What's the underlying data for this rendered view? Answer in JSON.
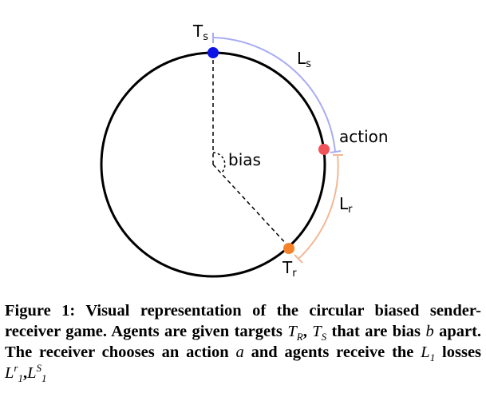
{
  "diagram": {
    "target_sender_label": "T",
    "target_sender_sub": "s",
    "target_receiver_label": "T",
    "target_receiver_sub": "r",
    "action_label": "action",
    "bias_label": "bias",
    "loss_sender_label": "L",
    "loss_sender_sub": "s",
    "loss_receiver_label": "L",
    "loss_receiver_sub": "r",
    "colors": {
      "circle": "#000000",
      "sender_target": "#0a14e6",
      "receiver_target": "#f5822a",
      "action": "#f0525a",
      "sender_loss_arc": "#a8acf2",
      "receiver_loss_arc": "#f2b896"
    }
  },
  "caption": {
    "figure_label": "Figure 1:",
    "text_1": "Visual representation of the circular biased sender-receiver game. Agents are given targets",
    "text_2": "that are bias",
    "text_3": "apart. The receiver chooses an action",
    "text_4": "and agents receive the",
    "text_5": "losses",
    "m_TR": "T",
    "m_TR_sub": "R",
    "m_TS": "T",
    "m_TS_sub": "S",
    "m_b": "b",
    "m_a": "a",
    "m_L1": "L",
    "m_L1_sub": "1",
    "m_Lr": "L",
    "m_Lr_sup": "r",
    "m_Lr_sub": "1",
    "m_LS": "L",
    "m_LS_sup": "S",
    "m_LS_sub": "1",
    "comma": ","
  }
}
